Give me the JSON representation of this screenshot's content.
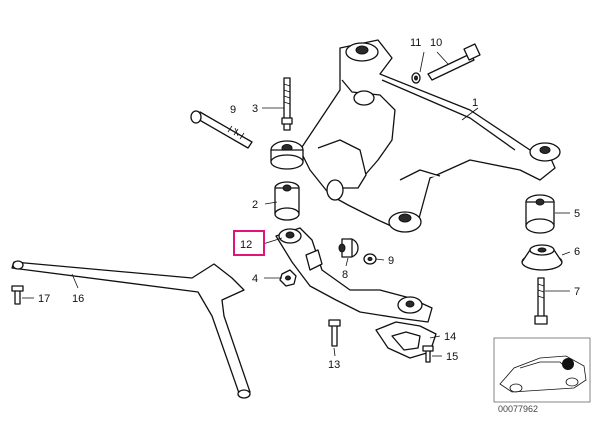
{
  "callouts": {
    "c1": "1",
    "c2": "2",
    "c3": "3",
    "c4": "4",
    "c5": "5",
    "c6": "6",
    "c7": "7",
    "c8": "8",
    "c9a": "9",
    "c9b": "9",
    "c10": "10",
    "c11": "11",
    "c12": "12",
    "c13": "13",
    "c14": "14",
    "c15": "15",
    "c16": "16",
    "c17": "17"
  },
  "highlight_color": "#e0147a",
  "thumbnail": {
    "code": "00077962"
  }
}
